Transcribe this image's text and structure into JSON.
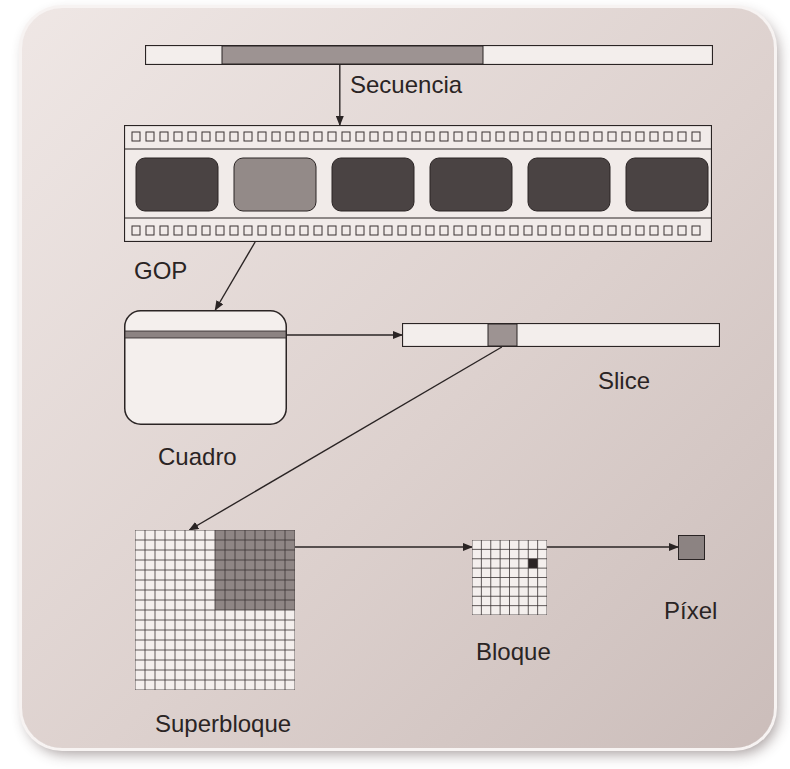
{
  "diagram": {
    "nodes": [
      {
        "text": [
          "Secuencia"
        ]
      },
      {
        "text": [
          "GOP"
        ]
      },
      {
        "text": [
          "Cuadro"
        ]
      },
      {
        "text": [
          "Slice"
        ]
      },
      {
        "text": [
          "Superbloque"
        ]
      },
      {
        "text": [
          "Bloque"
        ]
      },
      {
        "text": [
          "Píxel"
        ]
      }
    ],
    "edges": [
      {
        "from": 0,
        "to": 1,
        "arrow": "to"
      },
      {
        "from": 1,
        "to": 2,
        "arrow": "to"
      },
      {
        "from": 2,
        "to": 3,
        "arrow": "to"
      },
      {
        "from": 3,
        "to": 4,
        "arrow": "to"
      },
      {
        "from": 4,
        "to": 5,
        "arrow": "to"
      },
      {
        "from": 5,
        "to": 6,
        "arrow": "to"
      }
    ]
  }
}
